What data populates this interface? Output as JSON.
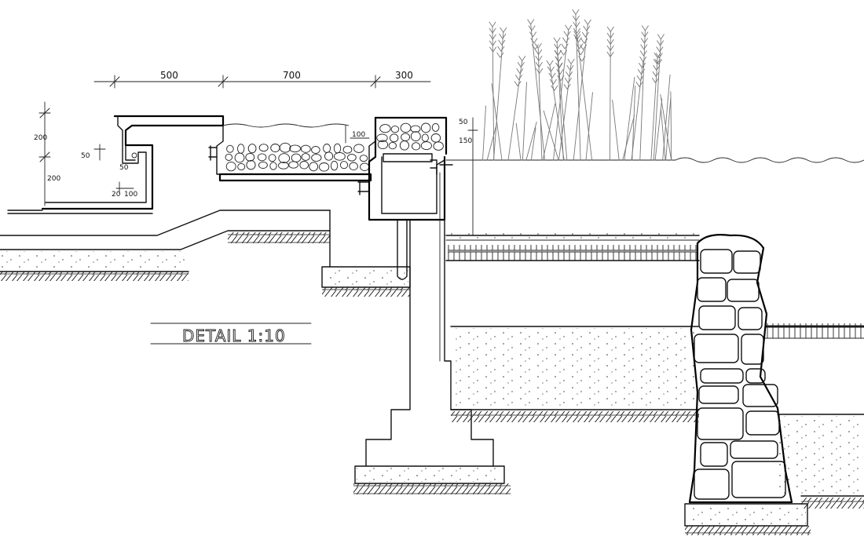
{
  "drawing": {
    "title": "DETAIL 1:10",
    "dimensions": {
      "top_a": "500",
      "top_b": "700",
      "top_c": "300",
      "left_a": "200",
      "left_b": "200",
      "left_c": "50",
      "inner_a": "50",
      "inner_b": "100",
      "inner_c": "20",
      "inner_d": "100",
      "right_a": "50",
      "right_b": "150"
    }
  }
}
